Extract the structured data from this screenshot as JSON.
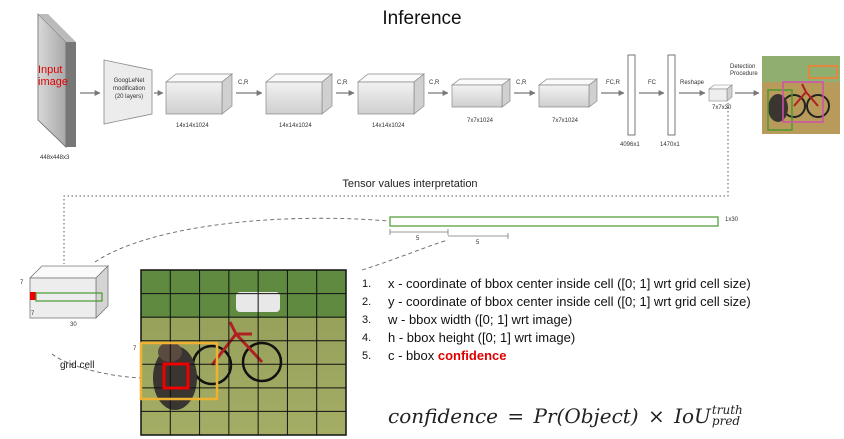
{
  "title": "Inference",
  "subtitle": "Tensor values interpretation",
  "input": {
    "label": "Input image",
    "size": "448x448x3"
  },
  "googlenet": {
    "label": "GoogLeNet modification (20 layers)"
  },
  "layers": [
    {
      "size": "14x14x1024"
    },
    {
      "size": "14x14x1024"
    },
    {
      "size": "14x14x1024"
    },
    {
      "size": "7x7x1024"
    },
    {
      "size": "7x7x1024"
    }
  ],
  "arrows": [
    "C,R",
    "C,R",
    "C,R",
    "C,R",
    "FC,R",
    "FC",
    "Reshape"
  ],
  "fc_layers": [
    {
      "size": "4096x1"
    },
    {
      "size": "1470x1"
    }
  ],
  "output": {
    "size": "7x7x30",
    "label": "Detection Procedure"
  },
  "vector": {
    "size": "1x30",
    "seg1": "5",
    "seg2": "5"
  },
  "tensor_small": {
    "h": "7",
    "w": "7",
    "d": "30"
  },
  "grid": {
    "label": "grid cell",
    "size": "7"
  },
  "items": [
    {
      "num": "1.",
      "text": "x - coordinate of bbox center inside cell ([0; 1] wrt grid cell size)"
    },
    {
      "num": "2.",
      "text": "y - coordinate of bbox center inside cell ([0; 1] wrt grid cell size)"
    },
    {
      "num": "3.",
      "text": "w - bbox width ([0; 1] wrt image)"
    },
    {
      "num": "4.",
      "text": "h - bbox height ([0; 1] wrt image)"
    },
    {
      "num": "5.",
      "text": "c - bbox ",
      "highlight": "confidence"
    }
  ],
  "formula": {
    "lhs": "confidence",
    "eq": "=",
    "pr": "Pr(Object)",
    "times": "×",
    "iou": "IoU",
    "sup": "truth",
    "sub": "pred"
  },
  "colors": {
    "confidence": "#e00000",
    "green": "#4a9a2e",
    "yellow": "#f0b030",
    "red": "#ee0000",
    "magenta": "#d050b0",
    "orange": "#ff7a30"
  }
}
